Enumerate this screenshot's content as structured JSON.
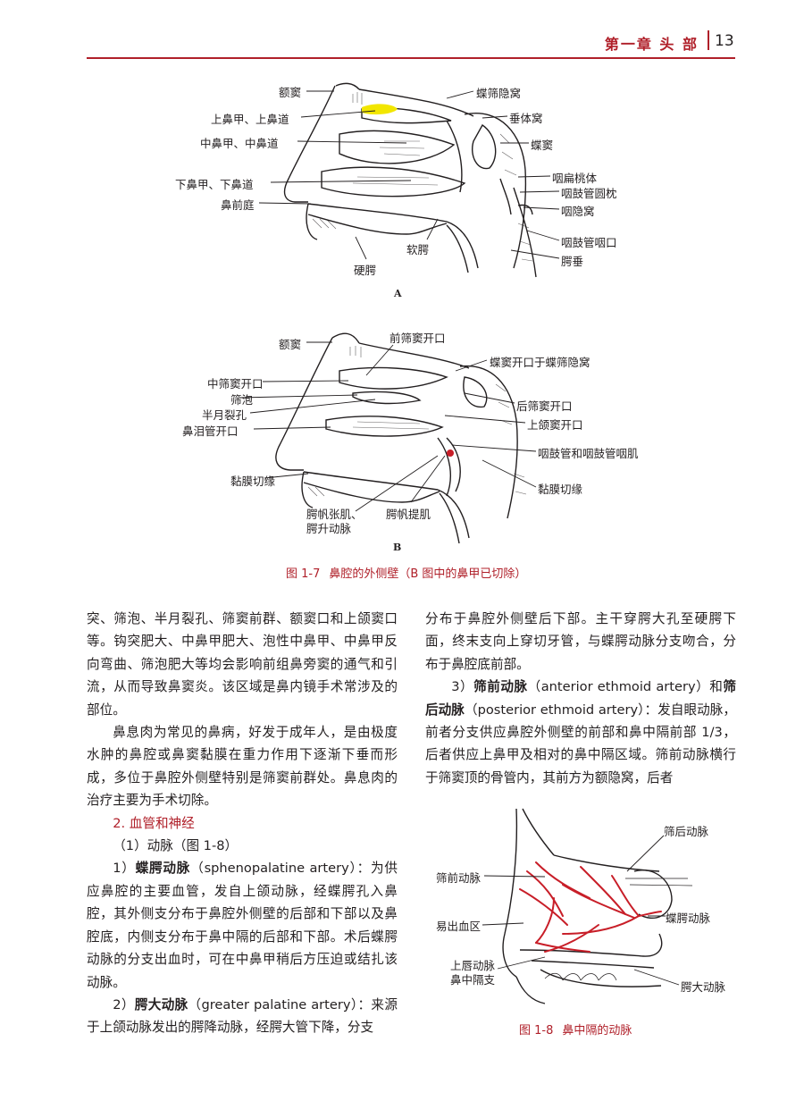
{
  "header": {
    "chapter": "第一章  头    部",
    "page_number": "13"
  },
  "figure_1_7": {
    "panel_a": {
      "letter": "A",
      "labels": {
        "frontal_sinus": "额窦",
        "superior_turbinate": "上鼻甲、上鼻道",
        "middle_turbinate": "中鼻甲、中鼻道",
        "inferior_turbinate": "下鼻甲、下鼻道",
        "nasal_vestibule": "鼻前庭",
        "hard_palate": "硬腭",
        "soft_palate": "软腭",
        "sphenoethmoidal_recess": "蝶筛隐窝",
        "hypophyseal_fossa": "垂体窝",
        "sphenoid_sinus": "蝶窦",
        "pharyngeal_tonsil": "咽扁桃体",
        "torus_tubarius": "咽鼓管圆枕",
        "pharyngeal_recess": "咽隐窝",
        "tube_opening": "咽鼓管咽口",
        "uvula": "腭垂"
      }
    },
    "panel_b": {
      "letter": "B",
      "labels": {
        "frontal_sinus": "额窦",
        "anterior_ethmoid_opening": "前筛窦开口",
        "middle_ethmoid_opening": "中筛窦开口",
        "ethmoid_bulla": "筛泡",
        "semilunar_hiatus": "半月裂孔",
        "nasolacrimal_opening": "鼻泪管开口",
        "mucosa_cut_left": "黏膜切缘",
        "tensor_levator": "腭帆张肌、",
        "ascending_palatine": "腭升动脉",
        "levator_veli": "腭帆提肌",
        "sphenoid_opening": "蝶窦开口于蝶筛隐窝",
        "posterior_ethmoid_opening": "后筛窦开口",
        "maxillary_opening": "上颌窦开口",
        "eustachian_muscle": "咽鼓管和咽鼓管咽肌",
        "mucosa_cut_right": "黏膜切缘"
      }
    },
    "caption_number": "图 1-7",
    "caption_text": "鼻腔的外侧壁（B 图中的鼻甲已切除）"
  },
  "left_column": {
    "p1": "突、筛泡、半月裂孔、筛窦前群、额窦口和上颌窦口等。钩突肥大、中鼻甲肥大、泡性中鼻甲、中鼻甲反向弯曲、筛泡肥大等均会影响前组鼻旁窦的通气和引流，从而导致鼻窦炎。该区域是鼻内镜手术常涉及的部位。",
    "p2": "鼻息肉为常见的鼻病，好发于成年人，是由极度水肿的鼻腔或鼻窦黏膜在重力作用下逐渐下垂而形成，多位于鼻腔外侧壁特别是筛窦前群处。鼻息肉的治疗主要为手术切除。",
    "section_heading": "2. 血管和神经",
    "sub_heading": "（1）动脉（图 1-8）",
    "p3_prefix": "1）",
    "p3_term": "蝶腭动脉",
    "p3_rest": "（sphenopalatine artery）：为供应鼻腔的主要血管，发自上颌动脉，经蝶腭孔入鼻腔，其外侧支分布于鼻腔外侧壁的后部和下部以及鼻腔底，内侧支分布于鼻中隔的后部和下部。术后蝶腭动脉的分支出血时，可在中鼻甲稍后方压迫或结扎该动脉。",
    "p4_prefix": "2）",
    "p4_term": "腭大动脉",
    "p4_rest": "（greater palatine artery）：来源于上颌动脉发出的腭降动脉，经腭大管下降，分支"
  },
  "right_column": {
    "p1": "分布于鼻腔外侧壁后下部。主干穿腭大孔至硬腭下面，终末支向上穿切牙管，与蝶腭动脉分支吻合，分布于鼻腔底前部。",
    "p2_prefix": "3）",
    "p2_term1": "筛前动脉",
    "p2_mid": "（anterior ethmoid artery）和",
    "p2_term2": "筛后动脉",
    "p2_rest": "（posterior ethmoid artery）：发自眼动脉，前者分支供应鼻腔外侧壁的前部和鼻中隔前部 1/3，后者供应上鼻甲及相对的鼻中隔区域。筛前动脉横行于筛窦顶的骨管内，其前方为额隐窝，后者"
  },
  "figure_1_8": {
    "labels": {
      "posterior_ethmoid_artery": "筛后动脉",
      "anterior_ethmoid_artery": "筛前动脉",
      "little_area": "易出血区",
      "sphenopalatine_artery": "蝶腭动脉",
      "superior_labial_line1": "上唇动脉",
      "superior_labial_line2": "鼻中隔支",
      "greater_palatine_artery": "腭大动脉"
    },
    "caption_number": "图 1-8",
    "caption_text": "鼻中隔的动脉"
  },
  "colors": {
    "accent_red": "#b0202a",
    "artery_red": "#c81e28",
    "highlight_yellow": "#f2e600"
  }
}
